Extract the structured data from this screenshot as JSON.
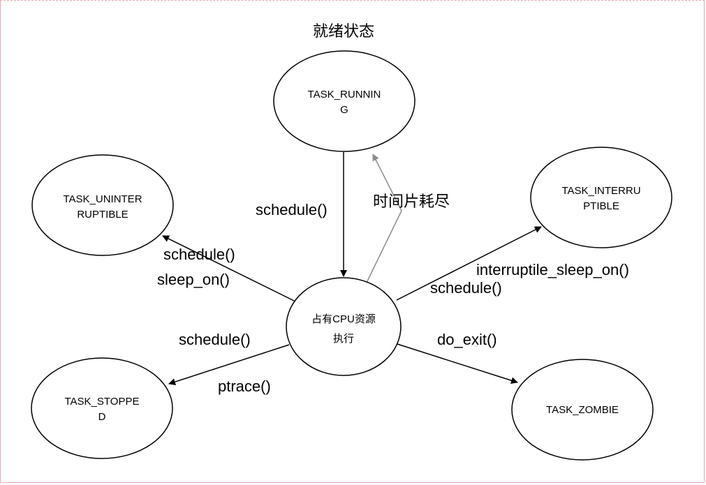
{
  "title": "就绪状态",
  "nodes": {
    "running": {
      "line1": "TASK_RUNNIN",
      "line2": "G"
    },
    "uninterruptible": {
      "line1": "TASK_UNINTER",
      "line2": "RUPTIBLE"
    },
    "interruptible": {
      "line1": "TASK_INTERRU",
      "line2": "PTIBLE"
    },
    "center": {
      "line1": "占有CPU资源",
      "line2": "执行"
    },
    "stopped": {
      "line1": "TASK_STOPPE",
      "line2": "D"
    },
    "zombie": {
      "line1": "TASK_ZOMBIE"
    }
  },
  "edges": {
    "running_to_center": {
      "label": "schedule()"
    },
    "center_to_running": {
      "label": "时间片耗尽",
      "color": "#8c8c8c"
    },
    "center_to_uninterruptible": {
      "label1": "schedule()",
      "label2": "sleep_on()"
    },
    "center_to_interruptible": {
      "label1": "interruptile_sleep_on()",
      "label2": "schedule()"
    },
    "center_to_stopped": {
      "label1": "schedule()",
      "label2": "ptrace()"
    },
    "center_to_zombie": {
      "label": "do_exit()"
    }
  },
  "colors": {
    "edge": "#000000",
    "edge_gray": "#8c8c8c",
    "frame": "#e6a8ae"
  }
}
